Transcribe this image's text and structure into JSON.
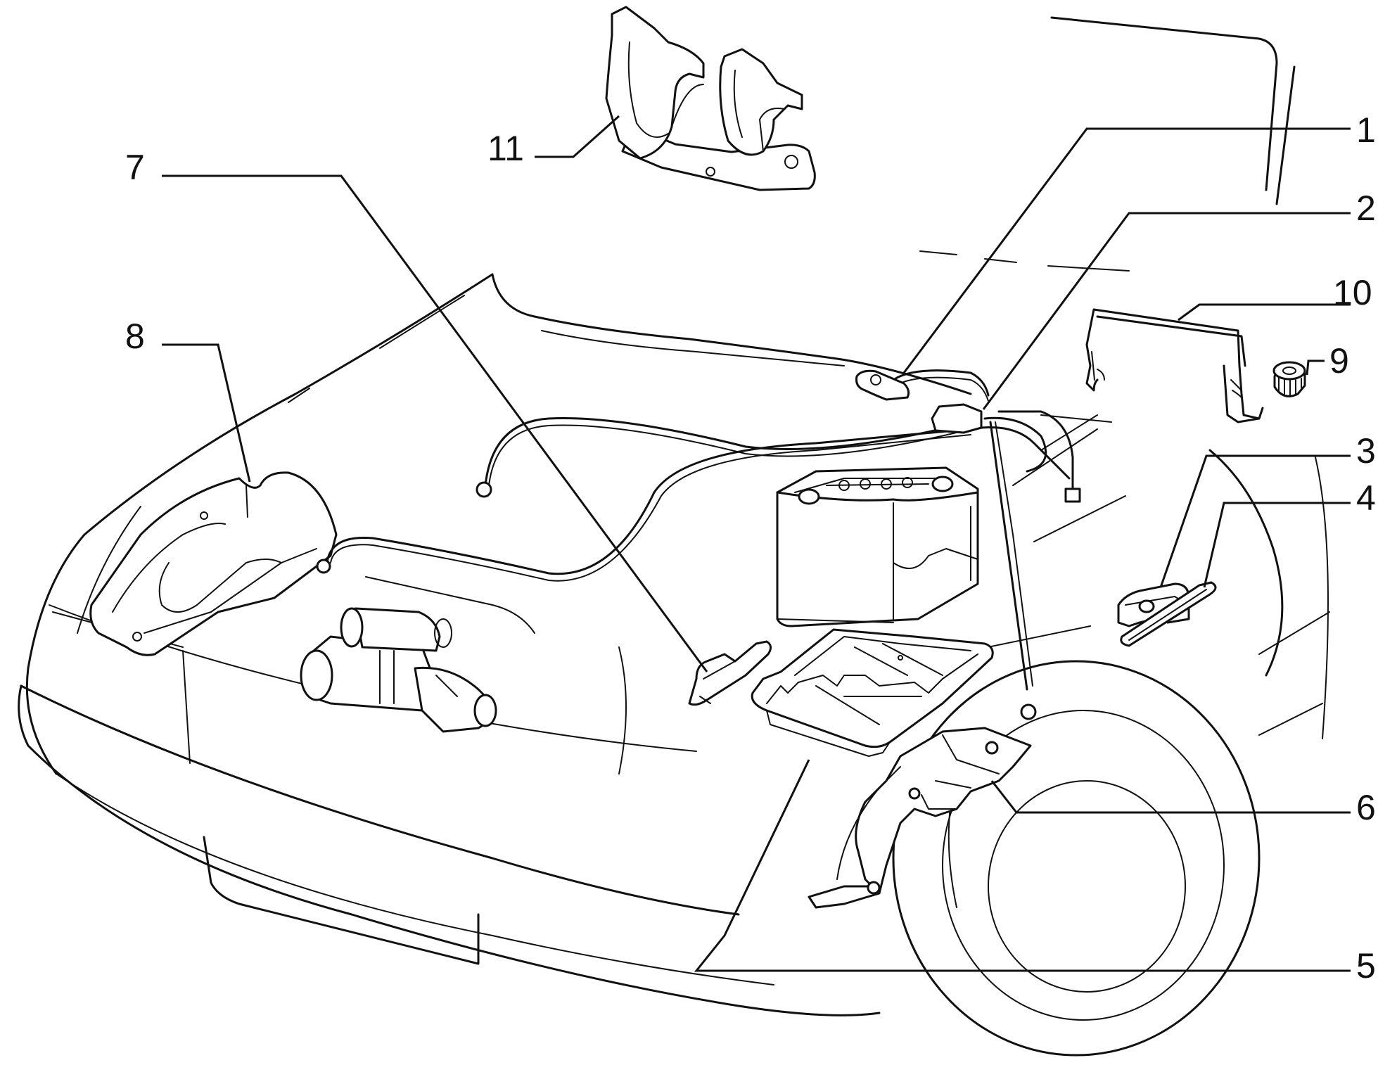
{
  "callouts": [
    {
      "id": "1",
      "label": "1"
    },
    {
      "id": "2",
      "label": "2"
    },
    {
      "id": "3",
      "label": "3"
    },
    {
      "id": "4",
      "label": "4"
    },
    {
      "id": "5",
      "label": "5"
    },
    {
      "id": "6",
      "label": "6"
    },
    {
      "id": "7",
      "label": "7"
    },
    {
      "id": "8",
      "label": "8"
    },
    {
      "id": "9",
      "label": "9"
    },
    {
      "id": "10",
      "label": "10"
    },
    {
      "id": "11",
      "label": "11"
    }
  ],
  "colors": {
    "ink": "#111111",
    "background": "#ffffff"
  }
}
